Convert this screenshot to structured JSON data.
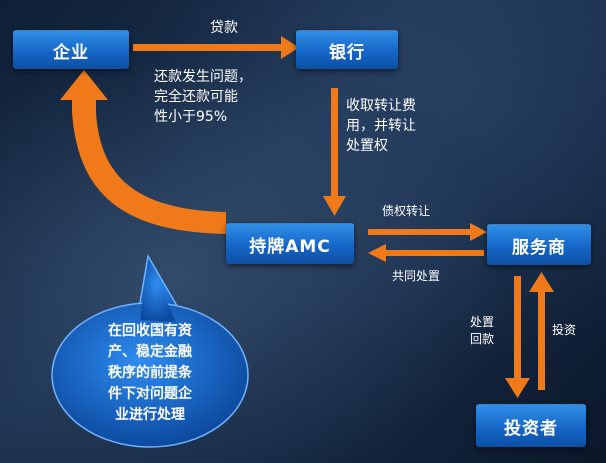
{
  "nodes": {
    "enterprise": "企业",
    "bank": "银行",
    "amc": "持牌AMC",
    "servicer": "服务商",
    "investor": "投资者"
  },
  "edges": {
    "loan": "贷款",
    "repay_problem": "还款发生问题，\n完全还款可能\n性小于95%",
    "transfer_fee": "收取转让费\n用，并转让\n处置权",
    "debt_transfer": "债权转让",
    "joint_disposal": "共同处置",
    "disposal_return": "处置\n回款",
    "invest": "投资"
  },
  "callout": "在回收国有资\n产、稳定金融\n秩序的前提条\n件下对问题企\n业进行处理",
  "colors": {
    "arrow": "#f07a1a",
    "node": "#1566c7",
    "bubble": "#1466c8"
  }
}
